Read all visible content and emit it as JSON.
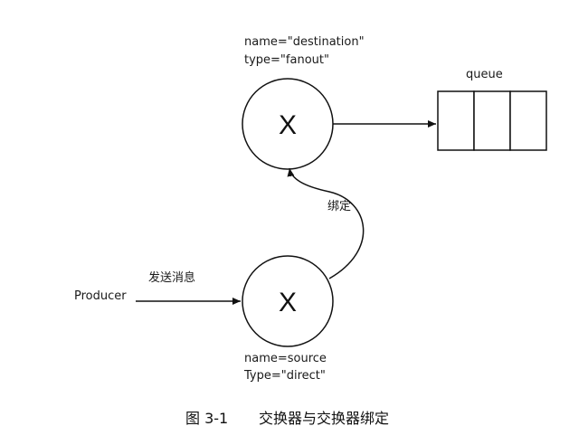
{
  "destination_exchange": {
    "name_line": "name=\"destination\"",
    "type_line": "type=\"fanout\"",
    "symbol": "X"
  },
  "source_exchange": {
    "name_line": "name=source",
    "type_line": "Type=\"direct\"",
    "symbol": "X"
  },
  "queue": {
    "label": "queue",
    "slot_count": 3
  },
  "producer": {
    "label": "Producer"
  },
  "edges": {
    "publish_label": "发送消息",
    "binding_label": "绑定"
  },
  "caption": {
    "number": "图 3-1",
    "title": "交换器与交换器绑定"
  }
}
